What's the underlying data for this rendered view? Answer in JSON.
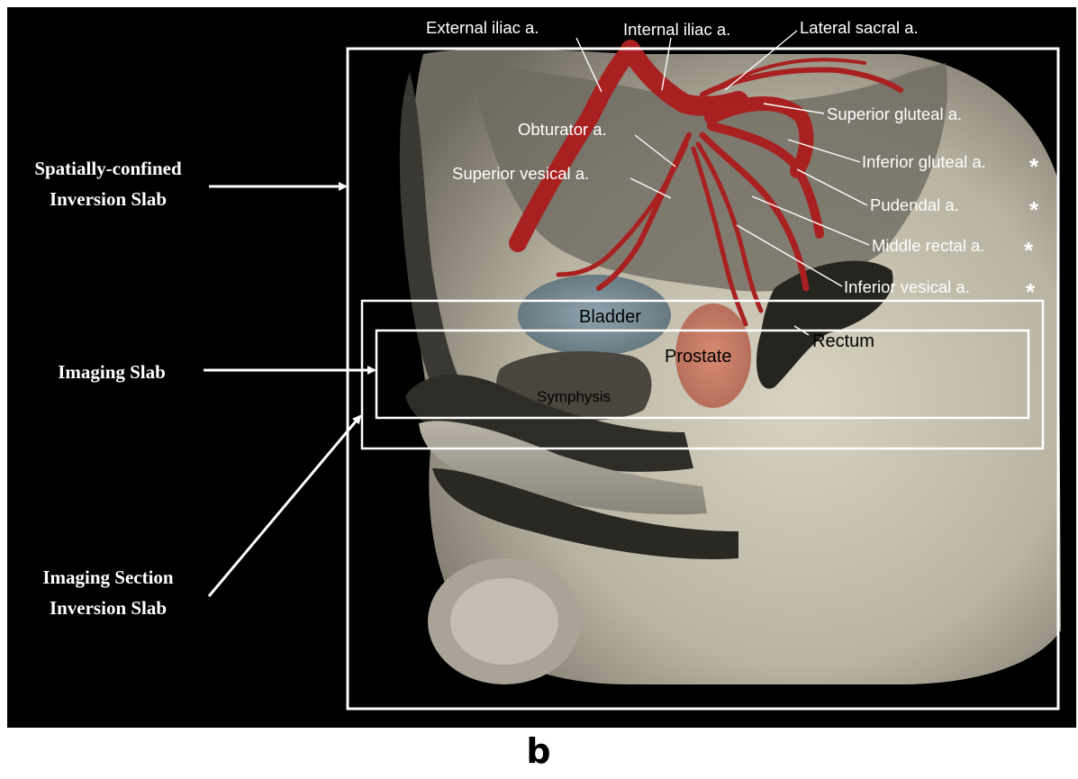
{
  "figure": {
    "panel_letter": "b",
    "slab_labels": {
      "spatially_confined": [
        "Spatially-confined",
        "Inversion Slab"
      ],
      "imaging": "Imaging Slab",
      "imaging_section": [
        "Imaging Section",
        "Inversion Slab"
      ]
    },
    "vessel_labels": {
      "external_iliac": "External iliac a.",
      "internal_iliac": "Internal iliac a.",
      "lateral_sacral": "Lateral sacral a.",
      "obturator": "Obturator a.",
      "superior_vesical": "Superior vesical a.",
      "superior_gluteal": "Superior gluteal a.",
      "inferior_gluteal": "Inferior gluteal a.",
      "pudendal": "Pudendal a.",
      "middle_rectal": "Middle rectal a.",
      "inferior_vesical": "Inferior vesical a."
    },
    "asterisk": "*",
    "anatomy_labels": {
      "bladder": "Bladder",
      "prostate": "Prostate",
      "rectum": "Rectum",
      "symphysis": "Symphysis"
    },
    "colors": {
      "background": "#000000",
      "artery": "#a82020",
      "frame": "#ffffff"
    }
  }
}
